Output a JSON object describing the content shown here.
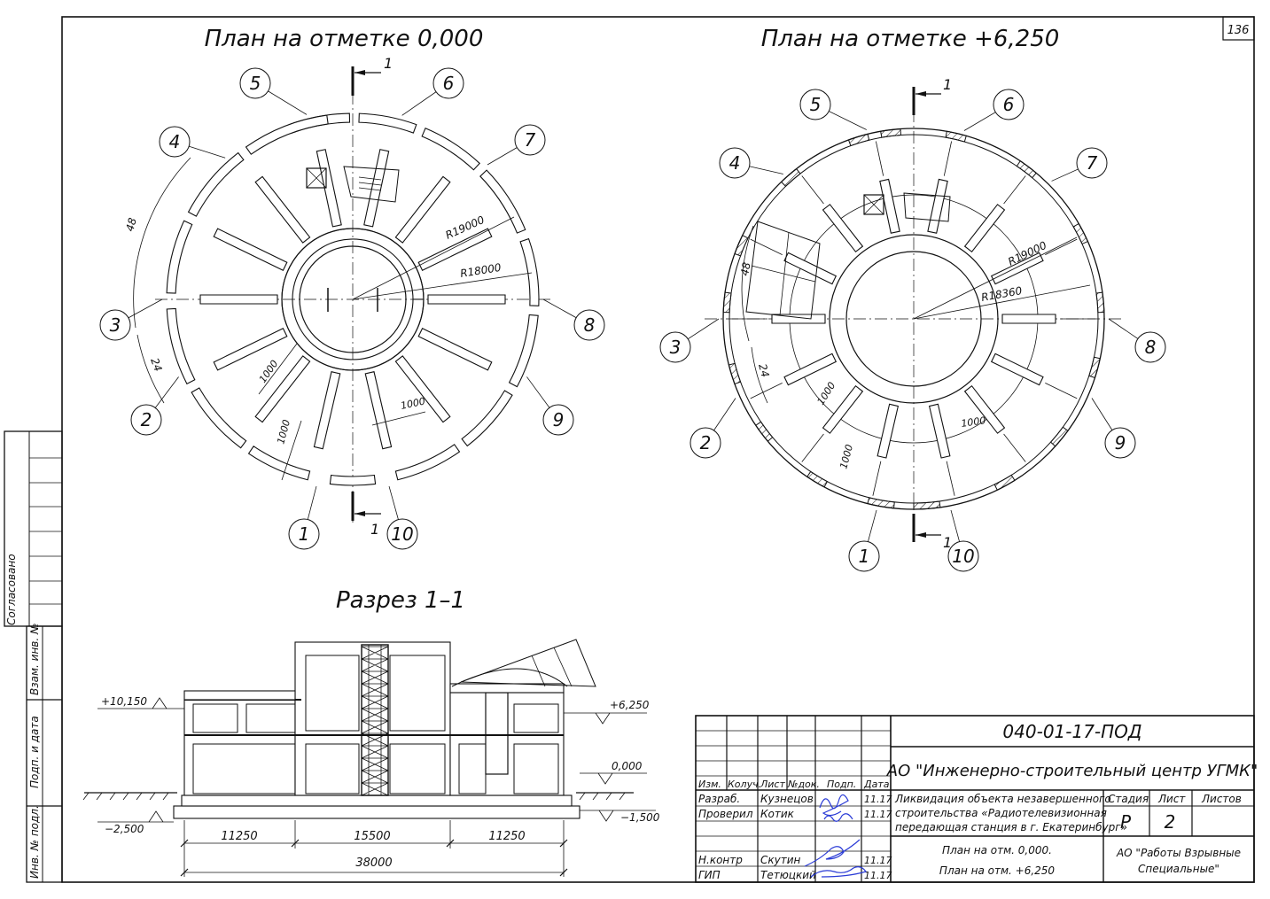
{
  "sheet": {
    "number": "136"
  },
  "plan1": {
    "title": "План на отметке 0,000",
    "radius_outer_label": "R19000",
    "radius_inner_label": "R18000",
    "angle_48": "48",
    "angle_24": "24",
    "dim_1000_a": "1000",
    "dim_1000_b": "1000",
    "dim_1000_c": "1000",
    "section_mark": "1"
  },
  "plan2": {
    "title": "План на отметке +6,250",
    "radius_outer_label": "R19000",
    "radius_inner_label": "R18360",
    "angle_48": "48",
    "angle_24": "24",
    "dim_1000_a": "1000",
    "dim_1000_b": "1000",
    "dim_1000_c": "1000",
    "section_mark": "1"
  },
  "axes": [
    "1",
    "2",
    "3",
    "4",
    "5",
    "6",
    "7",
    "8",
    "9",
    "10"
  ],
  "section": {
    "title": "Разрез 1–1",
    "level_top": "+10,150",
    "level_mid": "+6,250",
    "level_zero": "0,000",
    "level_low_right": "−1,500",
    "level_low_left": "−2,500",
    "dim_left": "11250",
    "dim_center": "15500",
    "dim_right": "11250",
    "dim_total": "38000"
  },
  "side_stamp": {
    "agreed": "Согласовано",
    "cells": [
      "Взам. инв. №",
      "Подп. и дата",
      "Инв. № подл."
    ]
  },
  "title_block": {
    "doc_code": "040-01-17-ПОД",
    "company": "АО \"Инженерно-строительный центр УГМК\"",
    "headers": [
      "Изм.",
      "Колуч.",
      "Лист",
      "№док.",
      "Подп.",
      "Дата"
    ],
    "rows": [
      {
        "role": "Разраб.",
        "name": "Кузнецов",
        "date": "11.17"
      },
      {
        "role": "Проверил",
        "name": "Котик",
        "date": "11.17"
      },
      {
        "role": "Н.контр",
        "name": "Скутин",
        "date": "11.17"
      },
      {
        "role": "ГИП",
        "name": "Тетюцкий",
        "date": "11.17"
      }
    ],
    "project_lines": [
      "Ликвидация объекта незавершенного",
      "строительства «Радиотелевизионная",
      "передающая станция в г. Екатеринбург»"
    ],
    "stage_label": "Стадия",
    "sheet_label": "Лист",
    "sheets_label": "Листов",
    "stage_value": "Р",
    "sheet_value": "2",
    "contents_lines": [
      "План на отм. 0,000.",
      "План на отм. +6,250"
    ],
    "org_lines": [
      "АО \"Работы Взрывные",
      "Специальные\""
    ]
  }
}
